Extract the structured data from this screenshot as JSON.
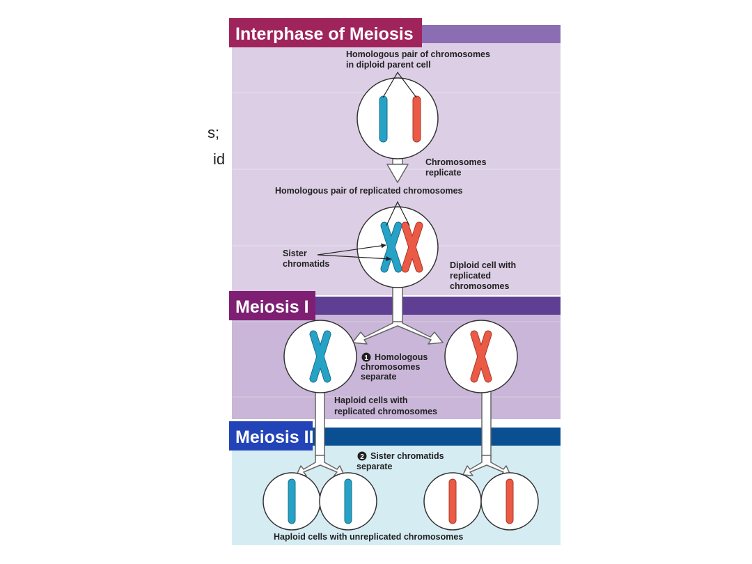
{
  "colors": {
    "interphase_bg": "#dccfe5",
    "interphase_header": "#8b6db3",
    "interphase_label_bg": "#a0245c",
    "meiosis1_bg": "#c9b6d8",
    "meiosis1_header": "#5f3f93",
    "meiosis1_label_bg": "#7e1f73",
    "meiosis2_bg": "#d6ecf3",
    "meiosis2_header": "#0a4f92",
    "meiosis2_label_bg": "#2344b8",
    "blue_chromosome": "#27a2c7",
    "red_chromosome": "#ea5a45"
  },
  "clipped_text": {
    "line1": "s;",
    "line2": "id"
  },
  "stages": {
    "interphase": "Interphase of Meiosis",
    "meiosis1": "Meiosis I",
    "meiosis2": "Meiosis II"
  },
  "labels": {
    "homologous_pair_line1": "Homologous pair of chromosomes",
    "homologous_pair_line2": "in diploid parent cell",
    "replicate_line1": "Chromosomes",
    "replicate_line2": "replicate",
    "replicated_pair": "Homologous pair of replicated chromosomes",
    "sister_line1": "Sister",
    "sister_line2": "chromatids",
    "diploid_line1": "Diploid cell with",
    "diploid_line2": "replicated",
    "diploid_line3": "chromosomes",
    "step1_number": "1",
    "step1_line1": "Homologous",
    "step1_line2": "chromosomes",
    "step1_line3": "separate",
    "haploid_replicated_line1": "Haploid cells with",
    "haploid_replicated_line2": "replicated chromosomes",
    "step2_number": "2",
    "step2_line1": "Sister chromatids",
    "step2_line2": "separate",
    "haploid_unreplicated": "Haploid cells with unreplicated chromosomes"
  }
}
